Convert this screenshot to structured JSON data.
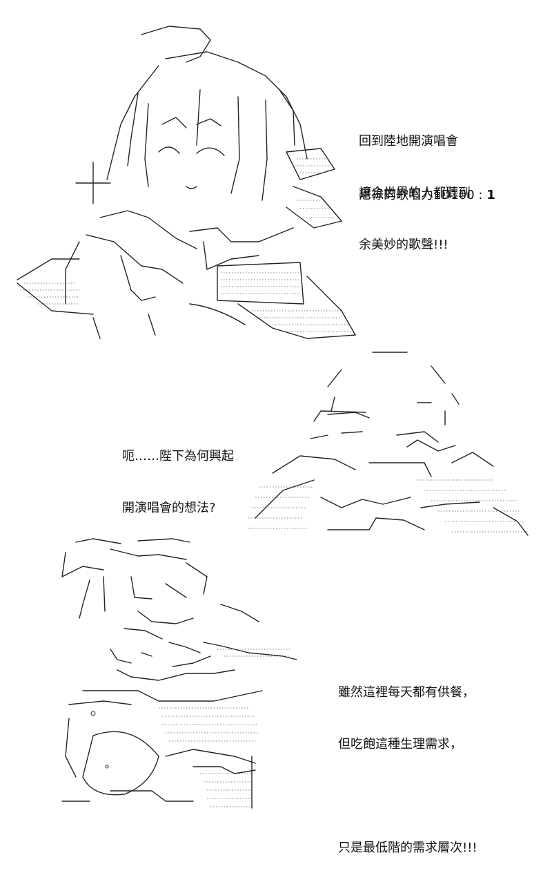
{
  "panel1": {
    "dialogue": [
      "回到陸地開演唱會",
      "讓全世界的人都聽到",
      "余美妙的歌聲!!!"
    ],
    "dice_label": "尼祿的歌唱力1D100 : ",
    "dice_result": "1"
  },
  "panel2": {
    "dialogue": [
      "呃……陛下為何興起",
      "開演唱會的想法?"
    ]
  },
  "panel3": {
    "dialogue": [
      "雖然這裡每天都有供餐，",
      "但吃飽這種生理需求，",
      "",
      "只是最低階的需求層次!!!"
    ]
  }
}
